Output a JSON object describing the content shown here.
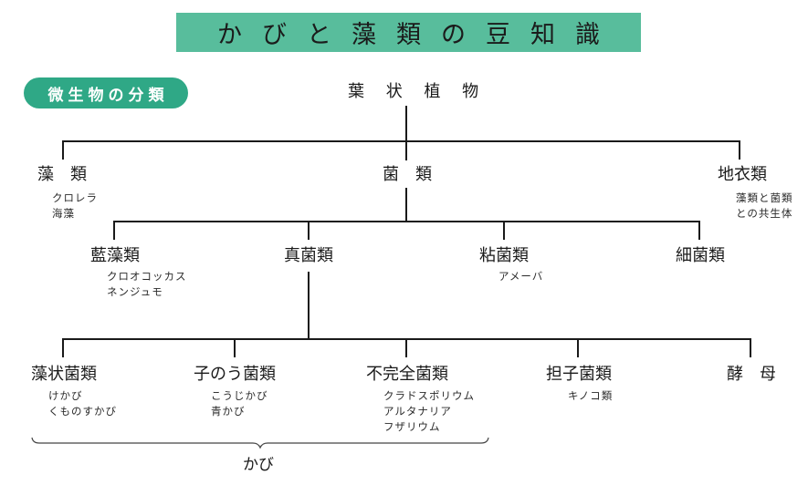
{
  "title": "かびと藻類の豆知識",
  "section_label": "微生物の分類",
  "tree": {
    "root": "葉 状 植 物",
    "level1": [
      {
        "label": "藻　類",
        "examples": "クロレラ\n海藻"
      },
      {
        "label": "菌　類",
        "examples": ""
      },
      {
        "label": "地衣類",
        "examples": "藻類と菌類\nとの共生体"
      }
    ],
    "level2": [
      {
        "label": "藍藻類",
        "examples": "クロオコッカス\nネンジュモ"
      },
      {
        "label": "真菌類",
        "examples": ""
      },
      {
        "label": "粘菌類",
        "examples": "アメーバ"
      },
      {
        "label": "細菌類",
        "examples": ""
      }
    ],
    "level3": [
      {
        "label": "藻状菌類",
        "examples": "けかび\nくものすかび"
      },
      {
        "label": "子のう菌類",
        "examples": "こうじかび\n青かび"
      },
      {
        "label": "不完全菌類",
        "examples": "クラドスポリウム\nアルタナリア\nフザリウム"
      },
      {
        "label": "担子菌類",
        "examples": "キノコ類"
      },
      {
        "label": "酵　母",
        "examples": ""
      }
    ]
  },
  "brace_label": "かび",
  "colors": {
    "banner": "#58bd9c",
    "pill": "#2fa886",
    "line": "#1a1a1a"
  }
}
